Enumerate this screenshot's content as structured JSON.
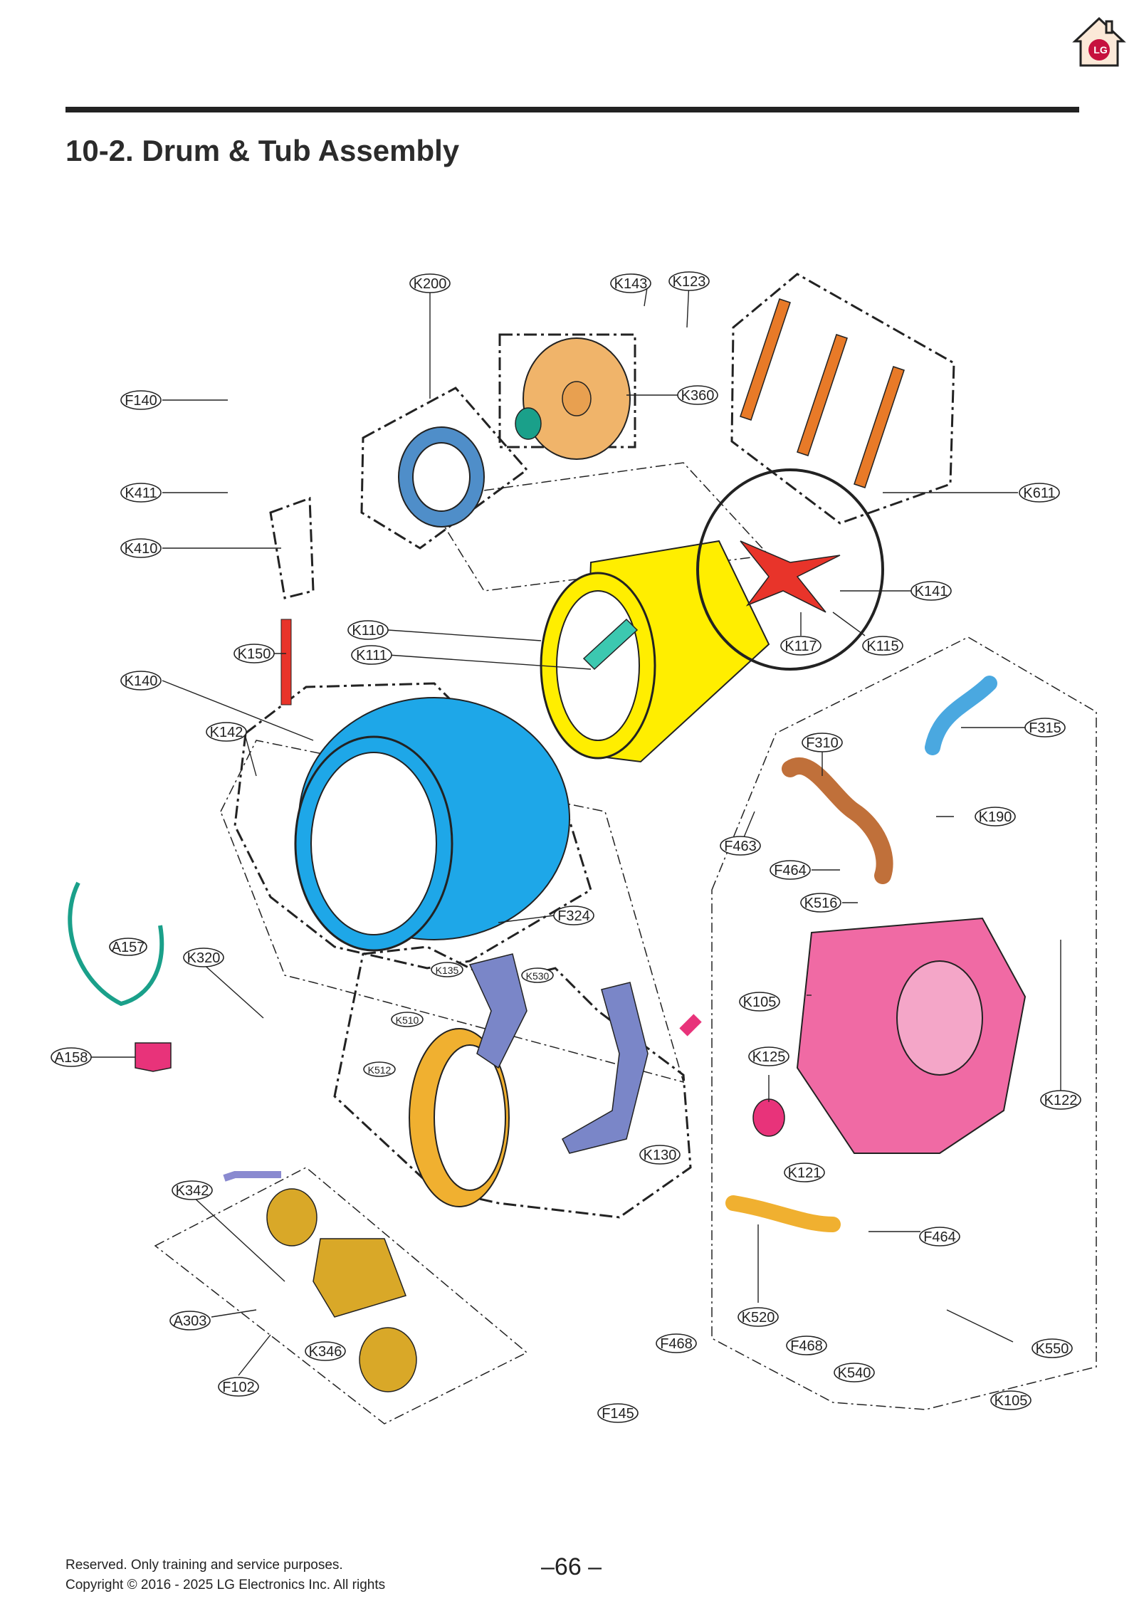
{
  "title": "10-2. Drum & Tub Assembly",
  "brand": {
    "logo_text": "LG",
    "icon": "home-lg-icon",
    "accent": "#c6113e"
  },
  "footer": {
    "line1": "Reserved. Only training and service purposes.",
    "line2": "Copyright © 2016 - 2025 LG Electronics Inc. All rights",
    "page": "–66 –"
  },
  "colors": {
    "drum": "#ffee00",
    "tub_front": "#1ea7e8",
    "tub_rear": "#f06aa4",
    "spider": "#e8342a",
    "pulley": "#f0b46a",
    "rotor": "#4f8ec9",
    "damper": "#e87a28",
    "gasket_holder": "#f0b030",
    "counterweight": "#7a86c8",
    "pump": "#d9a828",
    "hose": "#c0703a",
    "bellows": "#4aa8e0",
    "harness": "#1aa08a",
    "pink_part": "#e8337a"
  },
  "labels": [
    {
      "id": "K200",
      "text": "K200"
    },
    {
      "id": "K143",
      "text": "K143"
    },
    {
      "id": "K123",
      "text": "K123"
    },
    {
      "id": "F140",
      "text": "F140"
    },
    {
      "id": "K360",
      "text": "K360"
    },
    {
      "id": "K611",
      "text": "K611"
    },
    {
      "id": "K411",
      "text": "K411"
    },
    {
      "id": "K410",
      "text": "K410"
    },
    {
      "id": "K141",
      "text": "K141"
    },
    {
      "id": "K110",
      "text": "K110"
    },
    {
      "id": "K111",
      "text": "K111"
    },
    {
      "id": "K150",
      "text": "K150"
    },
    {
      "id": "K117",
      "text": "K117"
    },
    {
      "id": "K115",
      "text": "K115"
    },
    {
      "id": "K140",
      "text": "K140"
    },
    {
      "id": "F315",
      "text": "F315"
    },
    {
      "id": "K142",
      "text": "K142"
    },
    {
      "id": "F310",
      "text": "F310"
    },
    {
      "id": "K190",
      "text": "K190"
    },
    {
      "id": "F463",
      "text": "F463"
    },
    {
      "id": "F464a",
      "text": "F464"
    },
    {
      "id": "K516",
      "text": "K516"
    },
    {
      "id": "F324",
      "text": "F324"
    },
    {
      "id": "A157",
      "text": "A157"
    },
    {
      "id": "K320",
      "text": "K320"
    },
    {
      "id": "K135",
      "text": "K135"
    },
    {
      "id": "K530",
      "text": "K530"
    },
    {
      "id": "K105a",
      "text": "K105"
    },
    {
      "id": "K510",
      "text": "K510"
    },
    {
      "id": "A158",
      "text": "A158"
    },
    {
      "id": "K512",
      "text": "K512"
    },
    {
      "id": "K125",
      "text": "K125"
    },
    {
      "id": "K122",
      "text": "K122"
    },
    {
      "id": "K130",
      "text": "K130"
    },
    {
      "id": "K121",
      "text": "K121"
    },
    {
      "id": "K342",
      "text": "K342"
    },
    {
      "id": "F464b",
      "text": "F464"
    },
    {
      "id": "K520",
      "text": "K520"
    },
    {
      "id": "A303",
      "text": "A303"
    },
    {
      "id": "F468a",
      "text": "F468"
    },
    {
      "id": "F468b",
      "text": "F468"
    },
    {
      "id": "K346",
      "text": "K346"
    },
    {
      "id": "K550",
      "text": "K550"
    },
    {
      "id": "K540",
      "text": "K540"
    },
    {
      "id": "F102",
      "text": "F102"
    },
    {
      "id": "F145",
      "text": "F145"
    },
    {
      "id": "K105b",
      "text": "K105"
    }
  ]
}
